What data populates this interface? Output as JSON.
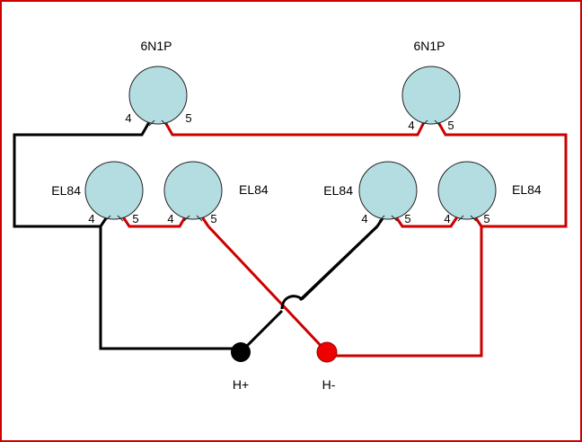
{
  "colors": {
    "black_wire": "#000000",
    "red_wire": "#cc0000",
    "tube_fill": "#b4dde1",
    "tube_stroke": "#222222",
    "frame": "#cc0000",
    "terminal_pos": "#000000",
    "terminal_neg": "#ee0000"
  },
  "tubes": [
    {
      "id": "tube-6n1p-left",
      "label": "6N1P",
      "pin_a": "4",
      "pin_b": "5"
    },
    {
      "id": "tube-6n1p-right",
      "label": "6N1P",
      "pin_a": "4",
      "pin_b": "5"
    },
    {
      "id": "tube-el84-1",
      "label": "EL84",
      "pin_a": "4",
      "pin_b": "5"
    },
    {
      "id": "tube-el84-2",
      "label": "EL84",
      "pin_a": "4",
      "pin_b": "5"
    },
    {
      "id": "tube-el84-3",
      "label": "EL84",
      "pin_a": "4",
      "pin_b": "5"
    },
    {
      "id": "tube-el84-4",
      "label": "EL84",
      "pin_a": "4",
      "pin_b": "5"
    }
  ],
  "terminals": {
    "positive": "H+",
    "negative": "H-"
  }
}
